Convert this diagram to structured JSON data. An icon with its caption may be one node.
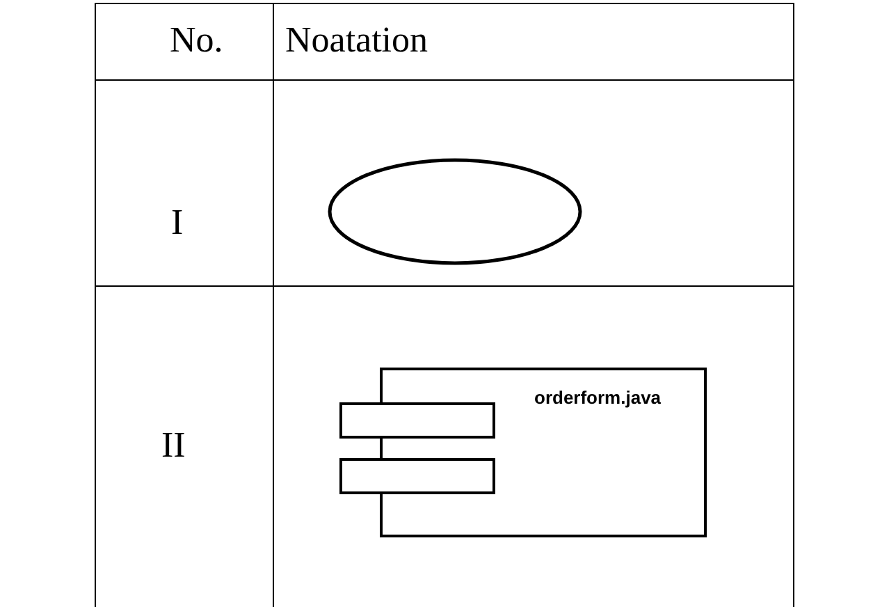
{
  "diagram": {
    "nodes": [
      {
        "text": [],
        "shape": "ellipse"
      },
      {
        "text": [
          "orderform.java"
        ]
      }
    ],
    "labels": [
      "No.",
      "Noatation",
      "I",
      "II"
    ]
  }
}
